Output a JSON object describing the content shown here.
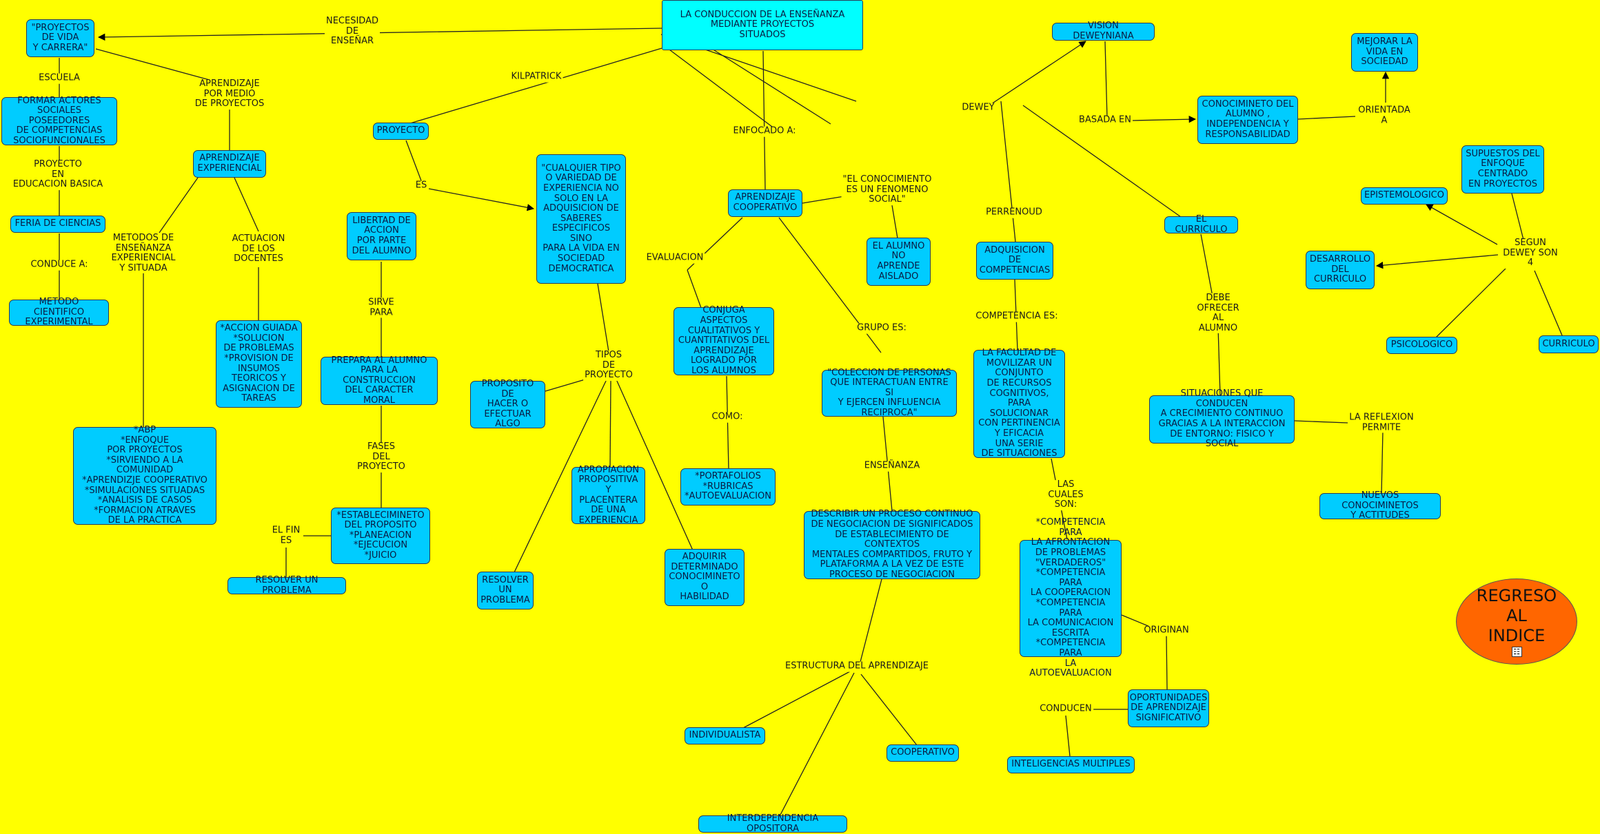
{
  "nodes": [
    {
      "id": "root",
      "text": "LA CONDUCCION DE LA ENSEÑANZA\nMEDIANTE PROYECTOS\nSITUADOS",
      "cyan": true
    },
    {
      "id": "proyectos_vida",
      "text": "\"PROYECTOS\nDE VIDA\nY CARRERA\""
    },
    {
      "id": "formar_actores",
      "text": "FORMAR ACTORES\nSOCIALES POSEEDORES\nDE COMPETENCIAS\nSOCIOFUNCIONALES"
    },
    {
      "id": "feria",
      "text": "FERIA DE CIENCIAS"
    },
    {
      "id": "metodo_cientifico",
      "text": "METODO CIENTIFICO\nEXPERIMENTAL"
    },
    {
      "id": "aprendizaje_exp",
      "text": "APRENDIZAJE\nEXPERIENCIAL"
    },
    {
      "id": "abp",
      "text": "*ABP\n*ENFOQUE\nPOR PROYECTOS\n*SIRVIENDO A LA COMUNIDAD\n*APRENDIZJE COOPERATIVO\n*SIMULACIONES SITUADAS\n*ANALISIS DE CASOS\n*FORMACION ATRAVES\nDE LA PRACTICA"
    },
    {
      "id": "accion_guiada",
      "text": "*ACCION GUIADA\n*SOLUCION\nDE PROBLEMAS\n*PROVISION DE\nINSUMOS\nTEORICOS Y\nASIGNACION DE\nTAREAS"
    },
    {
      "id": "proyecto",
      "text": "PROYECTO"
    },
    {
      "id": "libertad",
      "text": "LIBERTAD DE\nACCION\nPOR PARTE\nDEL ALUMNO"
    },
    {
      "id": "prepara",
      "text": "PREPARA AL ALUMNO\nPARA LA CONSTRUCCION\nDEL CARACTER\nMORAL"
    },
    {
      "id": "establecimiento",
      "text": "*ESTABLECIMINETO\nDEL PROPOSITO\n*PLANEACION\n*EJECUCION\n*JUICIO"
    },
    {
      "id": "resolver_problema",
      "text": "RESOLVER UN PROBLEMA"
    },
    {
      "id": "cualquier_tipo",
      "text": "\"CUALQUIER TIPO\nO VARIEDAD DE\nEXPERIENCIA NO\nSOLO EN LA\nADQUISICION DE\nSABERES\nESPECIFICOS\nSINO\nPARA LA VIDA EN\nSOCIEDAD\nDEMOCRATICA"
    },
    {
      "id": "proposito",
      "text": "PROPOSITO DE\nHACER O\nEFECTUAR\nALGO"
    },
    {
      "id": "apropiacion",
      "text": "APROPIACION\nPROPOSITIVA\nY PLACENTERA\nDE UNA\nEXPERIENCIA"
    },
    {
      "id": "resolver_un",
      "text": "RESOLVER\nUN\nPROBLEMA"
    },
    {
      "id": "adquirir",
      "text": "ADQUIRIR\nDETERMINADO\nCONOCIMINETO\nO\nHABILIDAD"
    },
    {
      "id": "ap_cooperativo",
      "text": "APRENDIZAJE\nCOOPERATIVO"
    },
    {
      "id": "conjuga",
      "text": "CONJUGA ASPECTOS\nCUALITATIVOS Y\nCUANTITATIVOS DEL\nAPRENDIZAJE\nLOGRADO POR\nLOS ALUMNOS"
    },
    {
      "id": "portafolios",
      "text": "*PORTAFOLIOS\n*RUBRICAS\n*AUTOEVALUACION"
    },
    {
      "id": "alumno_no",
      "text": "EL ALUMNO\nNO\nAPRENDE\nAISLADO"
    },
    {
      "id": "coleccion",
      "text": "\"COLECCION DE PERSONAS\nQUE INTERACTUAN ENTRE SI\nY EJERCEN INFLUENCIA\nRECIPROCA\""
    },
    {
      "id": "describir",
      "text": "DESCRIBIR UN PROCESO CONTINUO\nDE NEGOCIACION DE SIGNIFICADOS\nDE ESTABLECIMIENTO DE CONTEXTOS\nMENTALES COMPARTIDOS, FRUTO Y\nPLATAFORMA A LA VEZ DE ESTE\nPROCESO DE NEGOCIACION"
    },
    {
      "id": "individualista",
      "text": "INDIVIDUALISTA"
    },
    {
      "id": "cooperativo",
      "text": "COOPERATIVO"
    },
    {
      "id": "interdependencia",
      "text": "INTERDEPENDENCIA OPOSITORA"
    },
    {
      "id": "vision",
      "text": "VISION DEWEYNIANA"
    },
    {
      "id": "conocimiento",
      "text": "CONOCIMINETO DEL\nALUMNO ,\nINDEPENDENCIA Y\nRESPONSABILIDAD"
    },
    {
      "id": "mejorar",
      "text": "MEJORAR LA\nVIDA EN\nSOCIEDAD"
    },
    {
      "id": "adquisicion",
      "text": "ADQUISICION\nDE\nCOMPETENCIAS"
    },
    {
      "id": "facultad",
      "text": "LA FACULTAD DE\nMOVILIZAR UN\nCONJUNTO\nDE RECURSOS\nCOGNITIVOS,\nPARA SOLUCIONAR\nCON PERTINENCIA\nY EFICACIA\nUNA SERIE\nDE SITUACIONES"
    },
    {
      "id": "competencia_para",
      "text": "*COMPETENCIA PARA\nLA AFRONTACION\nDE PROBLEMAS\n\"VERDADEROS\"\n*COMPETENCIA PARA\nLA COOPERACION\n*COMPETENCIA PARA\nLA COMUNICACION\nESCRITA\n*COMPETENCIA PARA\nLA AUTOEVALUACION"
    },
    {
      "id": "oportunidades",
      "text": "OPORTUNIDADES\nDE APRENDIZAJE\nSIGNIFICATIVO"
    },
    {
      "id": "inteligencias",
      "text": "INTELIGENCIAS MULTIPLES"
    },
    {
      "id": "curriculo",
      "text": "EL CURRICULO"
    },
    {
      "id": "situaciones",
      "text": "SITUACIONES  QUE CONDUCEN\nA CRECIMIENTO CONTINUO\nGRACIAS A LA INTERACCION\nDE ENTORNO: FISICO Y SOCIAL"
    },
    {
      "id": "nuevos",
      "text": "NUEVOS CONOCIMINETOS\nY ACTITUDES"
    },
    {
      "id": "supuestos",
      "text": "SUPUESTOS DEL\nENFOQUE\nCENTRADO\nEN PROYECTOS"
    },
    {
      "id": "epistemologico",
      "text": "EPISTEMOLOGICO"
    },
    {
      "id": "desarrollo",
      "text": "DESARROLLO\nDEL\nCURRICULO"
    },
    {
      "id": "psicologico",
      "text": "PSICOLOGICO"
    },
    {
      "id": "curriculo2",
      "text": "CURRICULO"
    }
  ],
  "labels": [
    {
      "id": "necesidad",
      "text": "NECESIDAD\nDE\nENSEÑAR"
    },
    {
      "id": "kilpatrick",
      "text": "KILPATRICK"
    },
    {
      "id": "escuela",
      "text": "ESCUELA"
    },
    {
      "id": "aprendizaje_medio",
      "text": "APRENDIZAJE\nPOR MEDIO\nDE PROYECTOS"
    },
    {
      "id": "proyecto_en",
      "text": "PROYECTO\nEN\nEDUCACION BASICA"
    },
    {
      "id": "conduce_a",
      "text": "CONDUCE A:"
    },
    {
      "id": "metodos",
      "text": "METODOS DE\nENSEÑANZA\nEXPERIENCIAL\nY SITUADA"
    },
    {
      "id": "actuacion",
      "text": "ACTUACION\nDE LOS\nDOCENTES"
    },
    {
      "id": "es",
      "text": "ES"
    },
    {
      "id": "sirve",
      "text": "SIRVE\nPARA"
    },
    {
      "id": "fases",
      "text": "FASES\nDEL\nPROYECTO"
    },
    {
      "id": "fin",
      "text": "EL FIN\nES"
    },
    {
      "id": "tipos",
      "text": "TIPOS\nDE\nPROYECTO"
    },
    {
      "id": "enfocado",
      "text": "ENFOCADO A:"
    },
    {
      "id": "conocimiento_fen",
      "text": "\"EL CONOCIMIENTO\nES UN FENOMENO\nSOCIAL\""
    },
    {
      "id": "evaluacion",
      "text": "EVALUACION"
    },
    {
      "id": "como",
      "text": "COMO:"
    },
    {
      "id": "grupo",
      "text": "GRUPO ES:"
    },
    {
      "id": "ensenanza",
      "text": "ENSEÑANZA"
    },
    {
      "id": "estructura",
      "text": "ESTRUCTURA DEL APRENDIZAJE"
    },
    {
      "id": "dewey",
      "text": "DEWEY"
    },
    {
      "id": "basada",
      "text": "BASADA EN"
    },
    {
      "id": "orientada",
      "text": "ORIENTADA\nA"
    },
    {
      "id": "perrenoud",
      "text": "PERRENOUD"
    },
    {
      "id": "competencia_es",
      "text": "COMPETENCIA ES:"
    },
    {
      "id": "las_cuales",
      "text": "LAS\nCUALES\nSON:"
    },
    {
      "id": "originan",
      "text": "ORIGINAN"
    },
    {
      "id": "conducen",
      "text": "CONDUCEN"
    },
    {
      "id": "debe",
      "text": "DEBE\nOFRECER\nAL\nALUMNO"
    },
    {
      "id": "reflexion",
      "text": "LA REFLEXION\nPERMITE"
    },
    {
      "id": "segun",
      "text": "SEGUN\nDEWEY SON\n4"
    }
  ],
  "index_button": {
    "text": "REGRESO\nAL\nINDICE",
    "icon": "network-icon"
  },
  "colors": {
    "background": "#ffff00",
    "node": "#00ccff",
    "root": "#00ffff",
    "index_button": "#ff6600"
  }
}
